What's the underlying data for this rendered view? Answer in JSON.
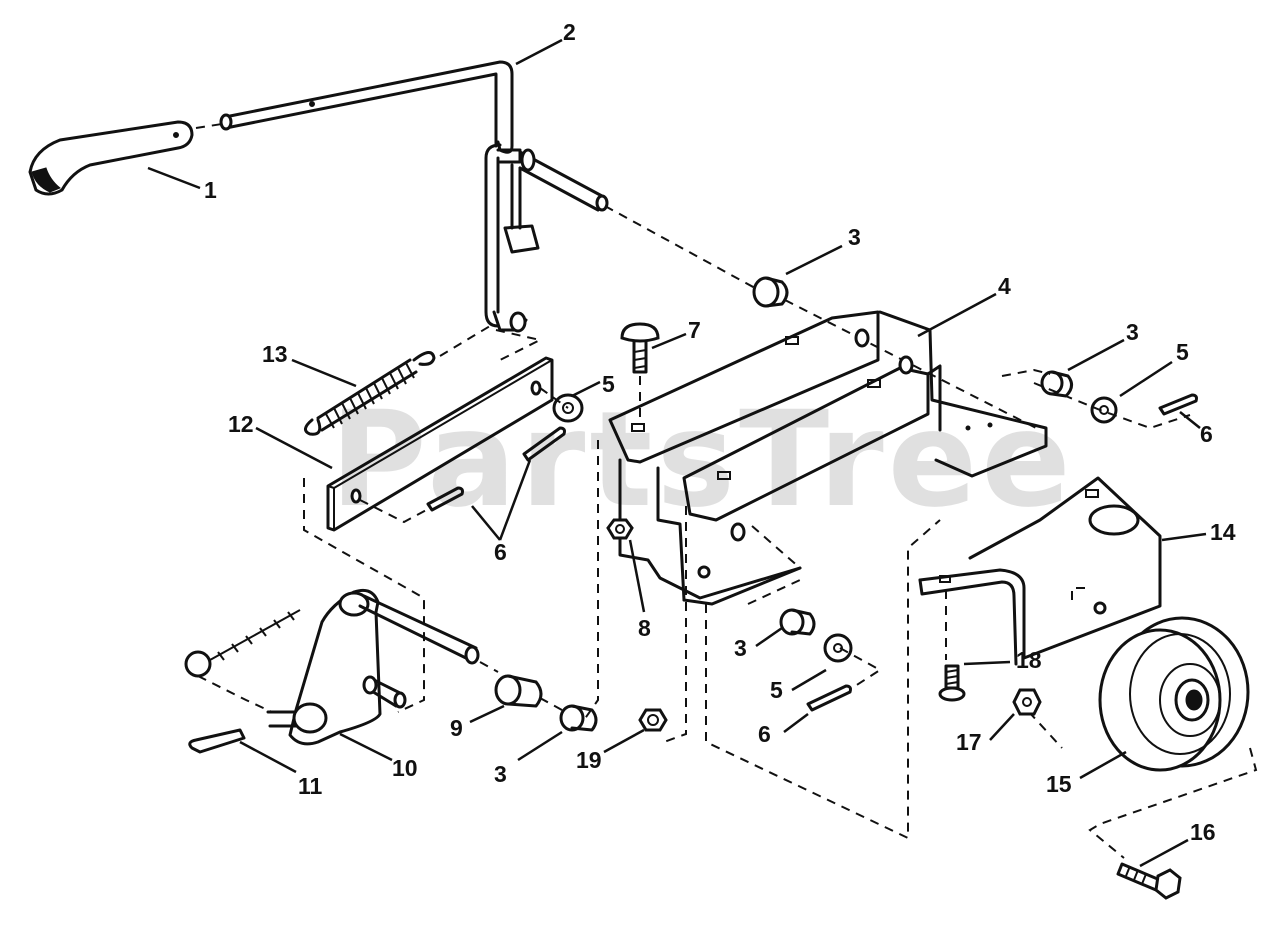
{
  "watermark": "PartsTree",
  "callouts": [
    {
      "id": "c1",
      "text": "1"
    },
    {
      "id": "c2",
      "text": "2"
    },
    {
      "id": "c3a",
      "text": "3"
    },
    {
      "id": "c4",
      "text": "4"
    },
    {
      "id": "c3b",
      "text": "3"
    },
    {
      "id": "c5a",
      "text": "5"
    },
    {
      "id": "c6a",
      "text": "6"
    },
    {
      "id": "c7",
      "text": "7"
    },
    {
      "id": "c13",
      "text": "13"
    },
    {
      "id": "c12",
      "text": "12"
    },
    {
      "id": "c5b",
      "text": "5"
    },
    {
      "id": "c6b",
      "text": "6"
    },
    {
      "id": "c8",
      "text": "8"
    },
    {
      "id": "c14",
      "text": "14"
    },
    {
      "id": "c3c",
      "text": "3"
    },
    {
      "id": "c18",
      "text": "18"
    },
    {
      "id": "c5c",
      "text": "5"
    },
    {
      "id": "c6c",
      "text": "6"
    },
    {
      "id": "c17",
      "text": "17"
    },
    {
      "id": "c9",
      "text": "9"
    },
    {
      "id": "c10",
      "text": "10"
    },
    {
      "id": "c11",
      "text": "11"
    },
    {
      "id": "c3d",
      "text": "3"
    },
    {
      "id": "c19",
      "text": "19"
    },
    {
      "id": "c15",
      "text": "15"
    },
    {
      "id": "c16",
      "text": "16"
    }
  ]
}
